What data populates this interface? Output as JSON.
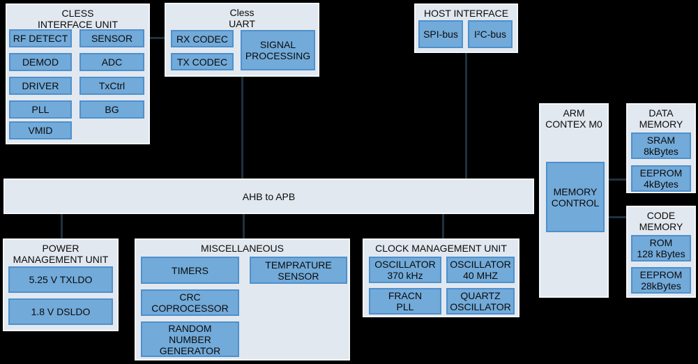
{
  "colors": {
    "background": "#000000",
    "panel_fill": "#e2e8ef",
    "panel_border": "#f3f6fa",
    "block_fill": "#72aad9",
    "block_border": "#4e90cd",
    "connector": "#1f3140",
    "text": "#0a0a0a"
  },
  "bus": {
    "label": "AHB to APB"
  },
  "panels": {
    "cless": {
      "title_lines": [
        "CLESS",
        "INTERFACE UNIT"
      ],
      "blocks": {
        "rf_detect": [
          "RF DETECT"
        ],
        "sensor": [
          "SENSOR"
        ],
        "demod": [
          "DEMOD"
        ],
        "adc": [
          "ADC"
        ],
        "driver": [
          "DRIVER"
        ],
        "txctrl": [
          "TxCtrl"
        ],
        "pll": [
          "PLL"
        ],
        "bg": [
          "BG"
        ],
        "vmid": [
          "VMID"
        ]
      }
    },
    "uart": {
      "title_lines": [
        "Cless",
        "UART"
      ],
      "blocks": {
        "rx_codec": [
          "RX CODEC"
        ],
        "tx_codec": [
          "TX CODEC"
        ],
        "signal_processing": [
          "SIGNAL",
          "PROCESSING"
        ]
      }
    },
    "host": {
      "title_lines": [
        "HOST INTERFACE"
      ],
      "blocks": {
        "spi": [
          "SPI-bus"
        ],
        "i2c": [
          "I²C-bus"
        ]
      }
    },
    "arm": {
      "title_lines": [
        "ARM",
        "CONTEX M0"
      ],
      "blocks": {
        "memory_control": [
          "MEMORY",
          "CONTROL"
        ]
      }
    },
    "data_memory": {
      "title_lines": [
        "DATA",
        "MEMORY"
      ],
      "blocks": {
        "sram": [
          "SRAM",
          "8kBytes"
        ],
        "eeprom": [
          "EEPROM",
          "4kBytes"
        ]
      }
    },
    "code_memory": {
      "title_lines": [
        "CODE",
        "MEMORY"
      ],
      "blocks": {
        "rom": [
          "ROM",
          "128 kBytes"
        ],
        "eeprom": [
          "EEPROM",
          "28kBytes"
        ]
      }
    },
    "pmu": {
      "title_lines": [
        "POWER",
        "MANAGEMENT UNIT"
      ],
      "blocks": {
        "txldo": [
          "5.25 V TXLDO"
        ],
        "dsldo": [
          "1.8 V DSLDO"
        ]
      }
    },
    "misc": {
      "title_lines": [
        "MISCELLANEOUS"
      ],
      "blocks": {
        "timers": [
          "TIMERS"
        ],
        "crc": [
          "CRC",
          "COPROCESSOR"
        ],
        "rng": [
          "RANDOM",
          "NUMBER",
          "GENERATOR"
        ],
        "temp_sensor": [
          "TEMPRATURE",
          "SENSOR"
        ]
      }
    },
    "cmu": {
      "title_lines": [
        "CLOCK MANAGEMENT UNIT"
      ],
      "blocks": {
        "osc_370": [
          "OSCILLATOR",
          "370 kHz"
        ],
        "osc_40": [
          "OSCILLATOR",
          "40 MHZ"
        ],
        "fracn_pll": [
          "FRACN",
          "PLL"
        ],
        "quartz_osc": [
          "QUARTZ",
          "OSCILLATOR"
        ]
      }
    }
  }
}
